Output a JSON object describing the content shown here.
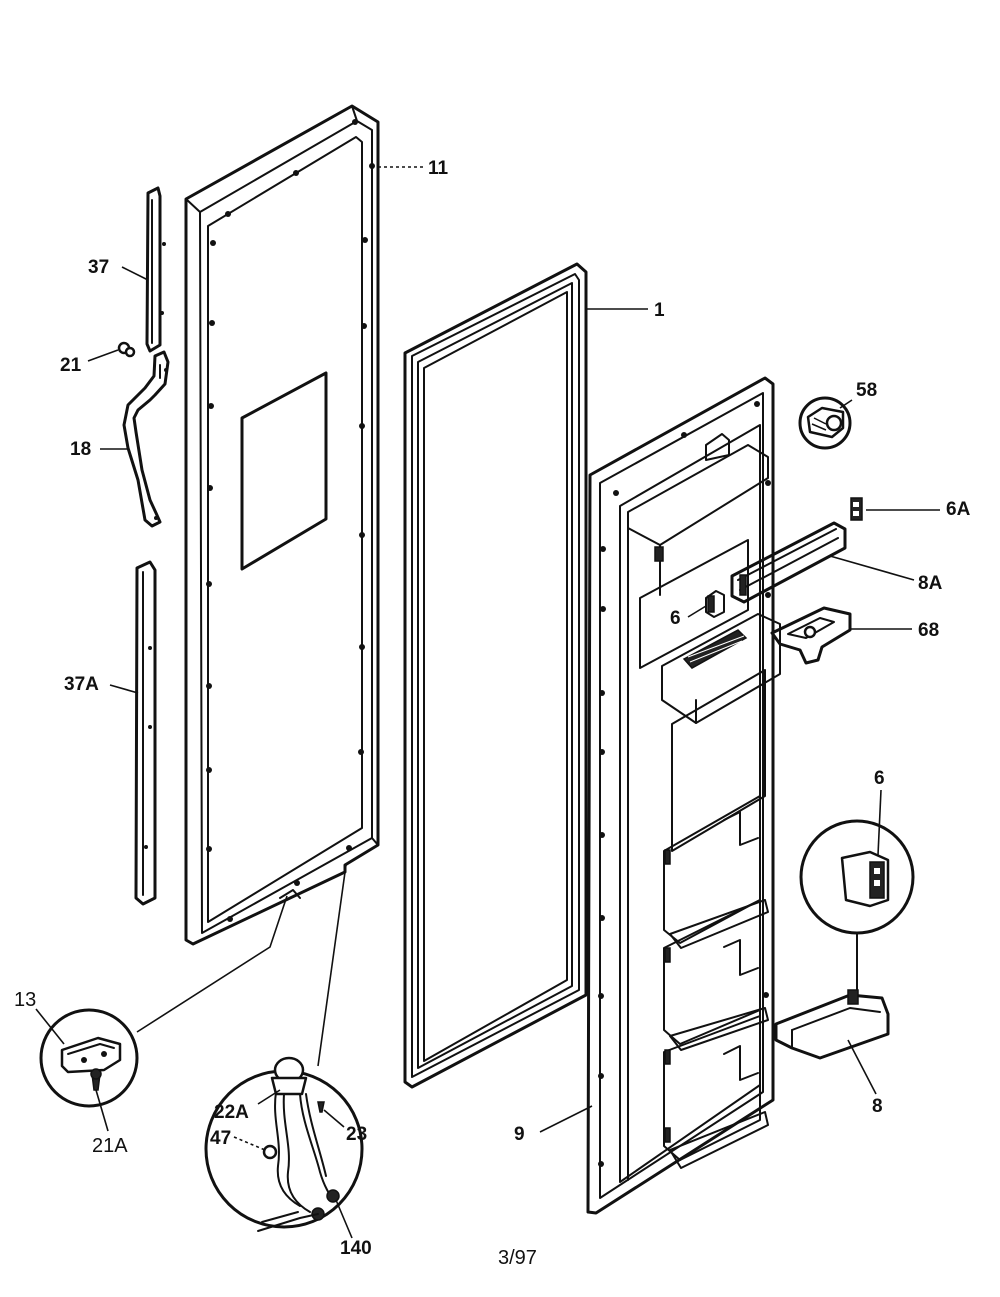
{
  "labels": {
    "p11": "11",
    "p1": "1",
    "p37": "37",
    "p21": "21",
    "p18": "18",
    "p37a": "37A",
    "p58": "58",
    "p6a_top": "6A",
    "p8a": "8A",
    "p6_inner": "6",
    "p68": "68",
    "p6_detail": "6",
    "p8": "8",
    "p9": "9",
    "p13": "13",
    "p21a": "21A",
    "p22a": "22A",
    "p47": "47",
    "p23": "23",
    "p140": "140"
  },
  "footer": {
    "date_code": "3/97"
  }
}
